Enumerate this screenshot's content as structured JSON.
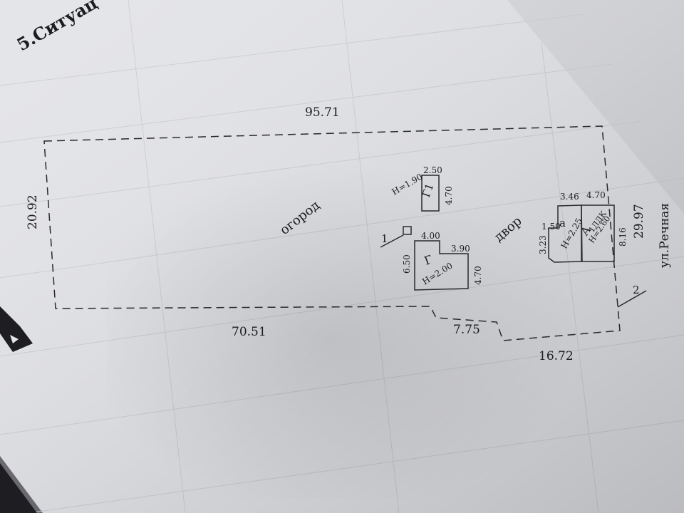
{
  "header_text": "5.Ситуац",
  "dimensions": {
    "top": "95.71",
    "left": "20.92",
    "bottom": "70.51",
    "step": "7.75",
    "bottom_right": "16.72",
    "right": "29.97"
  },
  "areas": {
    "garden": "огород",
    "yard": "двор"
  },
  "street": "ул.Речная",
  "markers": {
    "point_1": "1",
    "point_2": "2"
  },
  "small_building": {
    "letter": "Г1",
    "height": "H=1.90",
    "width": "2.50",
    "length": "4.70"
  },
  "garage": {
    "letter": "Г",
    "height": "H=2.00",
    "top": "4.00",
    "step": "3.90",
    "left": "6.50",
    "right": "4.70"
  },
  "house": {
    "porch_letter": "а",
    "porch_width": "1.50",
    "porch_height": "H=2.25",
    "main_letter": "А",
    "main_height": "H=2.60",
    "main_material": "1ЛДК",
    "width_left": "3.46",
    "width_right": "4.70",
    "depth": "8.16",
    "porch_depth": "3.23"
  },
  "colors": {
    "paper": "#e4e5e9",
    "ink": "#1c1c20",
    "grid": "#cfd1d6",
    "background": "#6f6e74"
  }
}
